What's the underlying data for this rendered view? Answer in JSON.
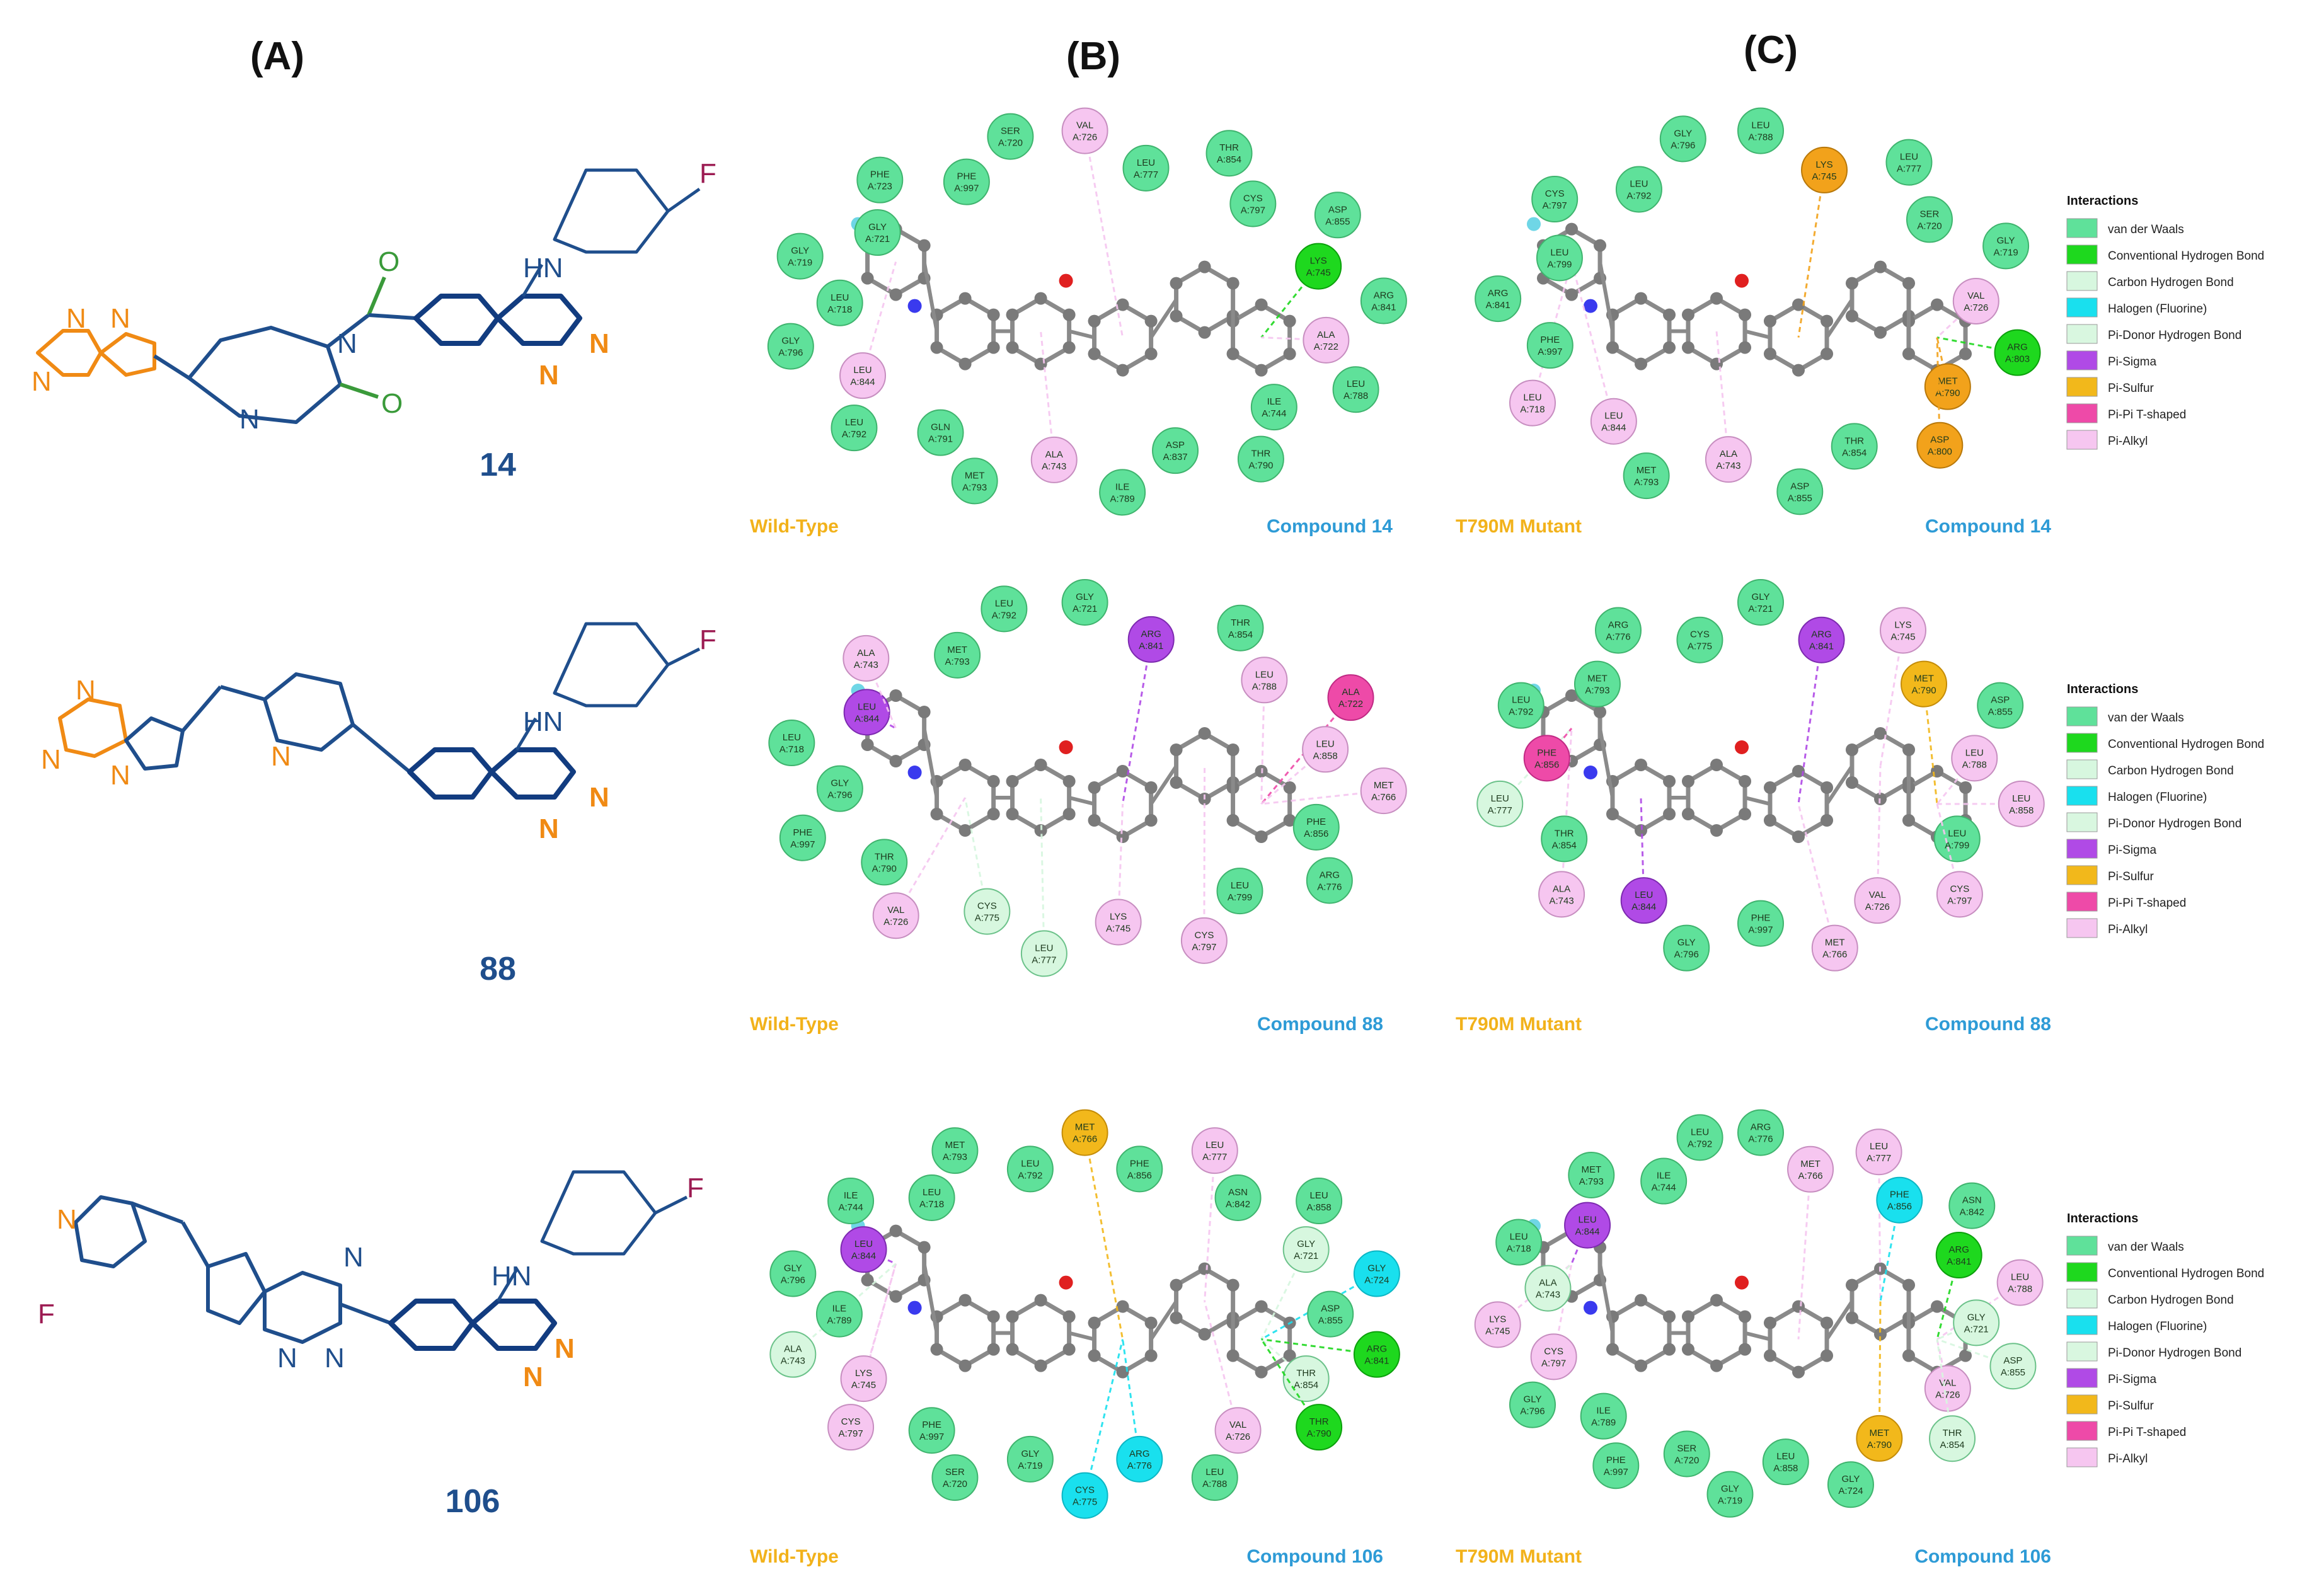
{
  "column_titles": [
    "(A)",
    "(B)",
    "(C)"
  ],
  "compounds": [
    {
      "number": "14"
    },
    {
      "number": "88"
    },
    {
      "number": "106"
    }
  ],
  "atom_labels": {
    "N": "N",
    "F": "F",
    "O": "O",
    "HN": "HN"
  },
  "panel_labels": {
    "wild_type": "Wild-Type",
    "mutant": "T790M Mutant",
    "compound_prefix": "Compound"
  },
  "legend": {
    "title": "Interactions",
    "items": [
      {
        "label": "van der Waals",
        "color": "#5fe19a"
      },
      {
        "label": "Conventional Hydrogen Bond",
        "color": "#1ed81e"
      },
      {
        "label": "Carbon Hydrogen Bond",
        "color": "#d7f7df"
      },
      {
        "label": "Halogen (Fluorine)",
        "color": "#19e0ee"
      },
      {
        "label": "Pi-Donor Hydrogen Bond",
        "color": "#d9f7e0"
      },
      {
        "label": "Pi-Sigma",
        "color": "#b04ae6"
      },
      {
        "label": "Pi-Sulfur",
        "color": "#f2b81b"
      },
      {
        "label": "Pi-Pi T-shaped",
        "color": "#ee4aa8"
      },
      {
        "label": "Pi-Alkyl",
        "color": "#f6c6f0"
      }
    ]
  },
  "interaction_colors": {
    "vdw": "#5fe19a",
    "hbond": "#1ed81e",
    "chb": "#d7f7df",
    "halogen": "#19e0ee",
    "pidonor": "#d9f7e0",
    "pisigma": "#b04ae6",
    "pisulfur": "#f2b81b",
    "pipi": "#ee4aa8",
    "pialkyl": "#f6c6f0",
    "lys_orange": "#f2a21b"
  },
  "panels": [
    {
      "id": "B1",
      "condition": "wild_type",
      "compound": "14",
      "residues": [
        {
          "n": "VAL",
          "id": "A:726",
          "t": "pialkyl"
        },
        {
          "n": "LEU",
          "id": "A:777",
          "t": "vdw"
        },
        {
          "n": "THR",
          "id": "A:854",
          "t": "vdw"
        },
        {
          "n": "CYS",
          "id": "A:797",
          "t": "vdw"
        },
        {
          "n": "ASP",
          "id": "A:855",
          "t": "vdw"
        },
        {
          "n": "LYS",
          "id": "A:745",
          "t": "hbond"
        },
        {
          "n": "ARG",
          "id": "A:841",
          "t": "vdw"
        },
        {
          "n": "ALA",
          "id": "A:722",
          "t": "pialkyl"
        },
        {
          "n": "LEU",
          "id": "A:788",
          "t": "vdw"
        },
        {
          "n": "ILE",
          "id": "A:744",
          "t": "vdw"
        },
        {
          "n": "THR",
          "id": "A:790",
          "t": "vdw"
        },
        {
          "n": "ASP",
          "id": "A:837",
          "t": "vdw"
        },
        {
          "n": "ILE",
          "id": "A:789",
          "t": "vdw"
        },
        {
          "n": "ALA",
          "id": "A:743",
          "t": "pialkyl"
        },
        {
          "n": "MET",
          "id": "A:793",
          "t": "vdw"
        },
        {
          "n": "GLN",
          "id": "A:791",
          "t": "vdw"
        },
        {
          "n": "LEU",
          "id": "A:792",
          "t": "vdw"
        },
        {
          "n": "LEU",
          "id": "A:844",
          "t": "pialkyl"
        },
        {
          "n": "GLY",
          "id": "A:796",
          "t": "vdw"
        },
        {
          "n": "LEU",
          "id": "A:718",
          "t": "vdw"
        },
        {
          "n": "GLY",
          "id": "A:719",
          "t": "vdw"
        },
        {
          "n": "GLY",
          "id": "A:721",
          "t": "vdw"
        },
        {
          "n": "PHE",
          "id": "A:723",
          "t": "vdw"
        },
        {
          "n": "PHE",
          "id": "A:997",
          "t": "vdw"
        },
        {
          "n": "SER",
          "id": "A:720",
          "t": "vdw"
        }
      ]
    },
    {
      "id": "C1",
      "condition": "mutant",
      "compound": "14",
      "residues": [
        {
          "n": "LEU",
          "id": "A:788",
          "t": "vdw"
        },
        {
          "n": "LYS",
          "id": "A:745",
          "t": "lys_orange"
        },
        {
          "n": "LEU",
          "id": "A:777",
          "t": "vdw"
        },
        {
          "n": "SER",
          "id": "A:720",
          "t": "vdw"
        },
        {
          "n": "GLY",
          "id": "A:719",
          "t": "vdw"
        },
        {
          "n": "VAL",
          "id": "A:726",
          "t": "pialkyl"
        },
        {
          "n": "ARG",
          "id": "A:803",
          "t": "hbond"
        },
        {
          "n": "MET",
          "id": "A:790",
          "t": "lys_orange"
        },
        {
          "n": "ASP",
          "id": "A:800",
          "t": "lys_orange"
        },
        {
          "n": "THR",
          "id": "A:854",
          "t": "vdw"
        },
        {
          "n": "ASP",
          "id": "A:855",
          "t": "vdw"
        },
        {
          "n": "ALA",
          "id": "A:743",
          "t": "pialkyl"
        },
        {
          "n": "MET",
          "id": "A:793",
          "t": "vdw"
        },
        {
          "n": "LEU",
          "id": "A:844",
          "t": "pialkyl"
        },
        {
          "n": "LEU",
          "id": "A:718",
          "t": "pialkyl"
        },
        {
          "n": "PHE",
          "id": "A:997",
          "t": "vdw"
        },
        {
          "n": "ARG",
          "id": "A:841",
          "t": "vdw"
        },
        {
          "n": "LEU",
          "id": "A:799",
          "t": "vdw"
        },
        {
          "n": "CYS",
          "id": "A:797",
          "t": "vdw"
        },
        {
          "n": "LEU",
          "id": "A:792",
          "t": "vdw"
        },
        {
          "n": "GLY",
          "id": "A:796",
          "t": "vdw"
        }
      ]
    },
    {
      "id": "B2",
      "condition": "wild_type",
      "compound": "88",
      "residues": [
        {
          "n": "GLY",
          "id": "A:721",
          "t": "vdw"
        },
        {
          "n": "ARG",
          "id": "A:841",
          "t": "pisigma"
        },
        {
          "n": "THR",
          "id": "A:854",
          "t": "vdw"
        },
        {
          "n": "LEU",
          "id": "A:788",
          "t": "pialkyl"
        },
        {
          "n": "ALA",
          "id": "A:722",
          "t": "pipi"
        },
        {
          "n": "LEU",
          "id": "A:858",
          "t": "pialkyl"
        },
        {
          "n": "MET",
          "id": "A:766",
          "t": "pialkyl"
        },
        {
          "n": "PHE",
          "id": "A:856",
          "t": "vdw"
        },
        {
          "n": "ARG",
          "id": "A:776",
          "t": "vdw"
        },
        {
          "n": "LEU",
          "id": "A:799",
          "t": "vdw"
        },
        {
          "n": "CYS",
          "id": "A:797",
          "t": "pialkyl"
        },
        {
          "n": "LYS",
          "id": "A:745",
          "t": "pialkyl"
        },
        {
          "n": "LEU",
          "id": "A:777",
          "t": "chb"
        },
        {
          "n": "CYS",
          "id": "A:775",
          "t": "chb"
        },
        {
          "n": "VAL",
          "id": "A:726",
          "t": "pialkyl"
        },
        {
          "n": "THR",
          "id": "A:790",
          "t": "vdw"
        },
        {
          "n": "PHE",
          "id": "A:997",
          "t": "vdw"
        },
        {
          "n": "GLY",
          "id": "A:796",
          "t": "vdw"
        },
        {
          "n": "LEU",
          "id": "A:718",
          "t": "vdw"
        },
        {
          "n": "LEU",
          "id": "A:844",
          "t": "pisigma"
        },
        {
          "n": "ALA",
          "id": "A:743",
          "t": "pialkyl"
        },
        {
          "n": "MET",
          "id": "A:793",
          "t": "vdw"
        },
        {
          "n": "LEU",
          "id": "A:792",
          "t": "vdw"
        }
      ]
    },
    {
      "id": "C2",
      "condition": "mutant",
      "compound": "88",
      "residues": [
        {
          "n": "GLY",
          "id": "A:721",
          "t": "vdw"
        },
        {
          "n": "ARG",
          "id": "A:841",
          "t": "pisigma"
        },
        {
          "n": "LYS",
          "id": "A:745",
          "t": "pialkyl"
        },
        {
          "n": "MET",
          "id": "A:790",
          "t": "pisulfur"
        },
        {
          "n": "ASP",
          "id": "A:855",
          "t": "vdw"
        },
        {
          "n": "LEU",
          "id": "A:788",
          "t": "pialkyl"
        },
        {
          "n": "LEU",
          "id": "A:858",
          "t": "pialkyl"
        },
        {
          "n": "LEU",
          "id": "A:799",
          "t": "vdw"
        },
        {
          "n": "CYS",
          "id": "A:797",
          "t": "pialkyl"
        },
        {
          "n": "VAL",
          "id": "A:726",
          "t": "pialkyl"
        },
        {
          "n": "MET",
          "id": "A:766",
          "t": "pialkyl"
        },
        {
          "n": "PHE",
          "id": "A:997",
          "t": "vdw"
        },
        {
          "n": "GLY",
          "id": "A:796",
          "t": "vdw"
        },
        {
          "n": "LEU",
          "id": "A:844",
          "t": "pisigma"
        },
        {
          "n": "ALA",
          "id": "A:743",
          "t": "pialkyl"
        },
        {
          "n": "THR",
          "id": "A:854",
          "t": "vdw"
        },
        {
          "n": "LEU",
          "id": "A:777",
          "t": "chb"
        },
        {
          "n": "PHE",
          "id": "A:856",
          "t": "pipi"
        },
        {
          "n": "LEU",
          "id": "A:792",
          "t": "vdw"
        },
        {
          "n": "MET",
          "id": "A:793",
          "t": "vdw"
        },
        {
          "n": "ARG",
          "id": "A:776",
          "t": "vdw"
        },
        {
          "n": "CYS",
          "id": "A:775",
          "t": "vdw"
        }
      ]
    },
    {
      "id": "B3",
      "condition": "wild_type",
      "compound": "106",
      "residues": [
        {
          "n": "MET",
          "id": "A:766",
          "t": "pisulfur"
        },
        {
          "n": "PHE",
          "id": "A:856",
          "t": "vdw"
        },
        {
          "n": "LEU",
          "id": "A:777",
          "t": "pialkyl"
        },
        {
          "n": "ASN",
          "id": "A:842",
          "t": "vdw"
        },
        {
          "n": "LEU",
          "id": "A:858",
          "t": "vdw"
        },
        {
          "n": "GLY",
          "id": "A:721",
          "t": "chb"
        },
        {
          "n": "GLY",
          "id": "A:724",
          "t": "halogen"
        },
        {
          "n": "ASP",
          "id": "A:855",
          "t": "vdw"
        },
        {
          "n": "ARG",
          "id": "A:841",
          "t": "hbond"
        },
        {
          "n": "THR",
          "id": "A:854",
          "t": "chb"
        },
        {
          "n": "THR",
          "id": "A:790",
          "t": "hbond"
        },
        {
          "n": "VAL",
          "id": "A:726",
          "t": "pialkyl"
        },
        {
          "n": "LEU",
          "id": "A:788",
          "t": "vdw"
        },
        {
          "n": "ARG",
          "id": "A:776",
          "t": "halogen"
        },
        {
          "n": "CYS",
          "id": "A:775",
          "t": "halogen"
        },
        {
          "n": "GLY",
          "id": "A:719",
          "t": "vdw"
        },
        {
          "n": "SER",
          "id": "A:720",
          "t": "vdw"
        },
        {
          "n": "PHE",
          "id": "A:997",
          "t": "vdw"
        },
        {
          "n": "CYS",
          "id": "A:797",
          "t": "pialkyl"
        },
        {
          "n": "LYS",
          "id": "A:745",
          "t": "pialkyl"
        },
        {
          "n": "ALA",
          "id": "A:743",
          "t": "chb"
        },
        {
          "n": "ILE",
          "id": "A:789",
          "t": "vdw"
        },
        {
          "n": "GLY",
          "id": "A:796",
          "t": "vdw"
        },
        {
          "n": "LEU",
          "id": "A:844",
          "t": "pisigma"
        },
        {
          "n": "ILE",
          "id": "A:744",
          "t": "vdw"
        },
        {
          "n": "LEU",
          "id": "A:718",
          "t": "vdw"
        },
        {
          "n": "MET",
          "id": "A:793",
          "t": "vdw"
        },
        {
          "n": "LEU",
          "id": "A:792",
          "t": "vdw"
        }
      ]
    },
    {
      "id": "C3",
      "condition": "mutant",
      "compound": "106",
      "residues": [
        {
          "n": "ARG",
          "id": "A:776",
          "t": "vdw"
        },
        {
          "n": "MET",
          "id": "A:766",
          "t": "pialkyl"
        },
        {
          "n": "LEU",
          "id": "A:777",
          "t": "pialkyl"
        },
        {
          "n": "PHE",
          "id": "A:856",
          "t": "halogen"
        },
        {
          "n": "ASN",
          "id": "A:842",
          "t": "vdw"
        },
        {
          "n": "ARG",
          "id": "A:841",
          "t": "hbond"
        },
        {
          "n": "LEU",
          "id": "A:788",
          "t": "pialkyl"
        },
        {
          "n": "GLY",
          "id": "A:721",
          "t": "chb"
        },
        {
          "n": "ASP",
          "id": "A:855",
          "t": "chb"
        },
        {
          "n": "VAL",
          "id": "A:726",
          "t": "pialkyl"
        },
        {
          "n": "THR",
          "id": "A:854",
          "t": "chb"
        },
        {
          "n": "MET",
          "id": "A:790",
          "t": "pisulfur"
        },
        {
          "n": "GLY",
          "id": "A:724",
          "t": "vdw"
        },
        {
          "n": "LEU",
          "id": "A:858",
          "t": "vdw"
        },
        {
          "n": "GLY",
          "id": "A:719",
          "t": "vdw"
        },
        {
          "n": "SER",
          "id": "A:720",
          "t": "vdw"
        },
        {
          "n": "PHE",
          "id": "A:997",
          "t": "vdw"
        },
        {
          "n": "ILE",
          "id": "A:789",
          "t": "vdw"
        },
        {
          "n": "GLY",
          "id": "A:796",
          "t": "vdw"
        },
        {
          "n": "CYS",
          "id": "A:797",
          "t": "pialkyl"
        },
        {
          "n": "LYS",
          "id": "A:745",
          "t": "pialkyl"
        },
        {
          "n": "ALA",
          "id": "A:743",
          "t": "chb"
        },
        {
          "n": "LEU",
          "id": "A:718",
          "t": "vdw"
        },
        {
          "n": "LEU",
          "id": "A:844",
          "t": "pisigma"
        },
        {
          "n": "MET",
          "id": "A:793",
          "t": "vdw"
        },
        {
          "n": "ILE",
          "id": "A:744",
          "t": "vdw"
        },
        {
          "n": "LEU",
          "id": "A:792",
          "t": "vdw"
        }
      ]
    }
  ]
}
